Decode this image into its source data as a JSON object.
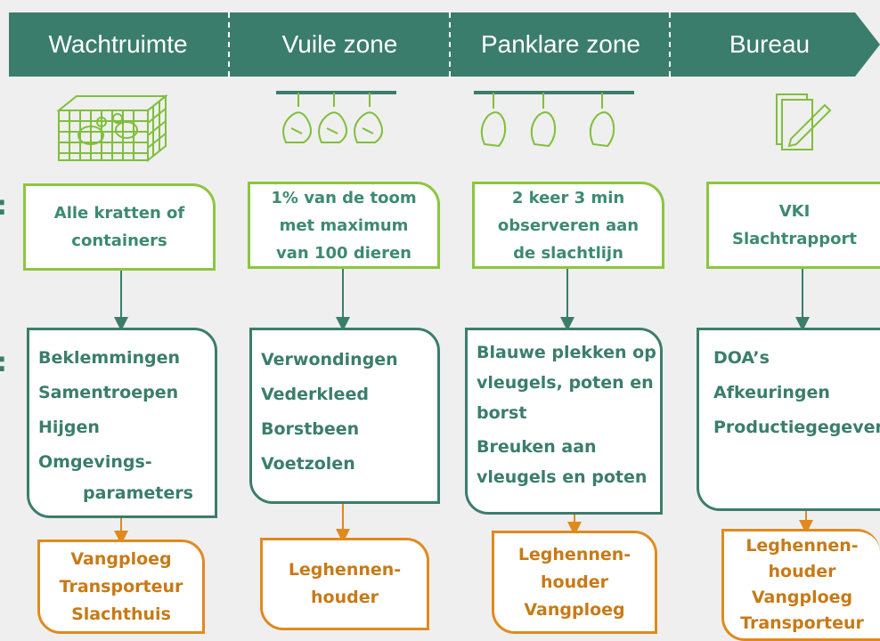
{
  "zones": [
    {
      "title": "Wachtruimte",
      "icon": "crate-with-chickens-icon"
    },
    {
      "title": "Vuile zone",
      "icon": "hanging-chickens-icon"
    },
    {
      "title": "Panklare zone",
      "icon": "hanging-carcasses-icon"
    },
    {
      "title": "Bureau",
      "icon": "document-pencil-icon"
    }
  ],
  "sampling": [
    {
      "lines": [
        "Alle kratten of",
        "containers"
      ]
    },
    {
      "lines": [
        "1% van de toom",
        "met maximum",
        "van 100 dieren"
      ]
    },
    {
      "lines": [
        "2 keer 3 min",
        "observeren aan",
        "de slachtlijn"
      ]
    },
    {
      "lines": [
        "VKI",
        "Slachtrapport"
      ]
    }
  ],
  "indicators": [
    {
      "lines": [
        "Beklemmingen",
        "Samentroepen",
        "Hijgen",
        "Omgevings-",
        "parameters"
      ]
    },
    {
      "lines": [
        "Verwondingen",
        "Vederkleed",
        "Borstbeen",
        "Voetzolen"
      ]
    },
    {
      "lines": [
        "Blauwe plekken op",
        "vleugels, poten en",
        "borst",
        "Breuken aan",
        "vleugels en poten"
      ]
    },
    {
      "lines": [
        "DOA’s",
        "Afkeuringen",
        "Productiegegevens"
      ]
    }
  ],
  "responsible": [
    {
      "lines": [
        "Vangploeg",
        "Transporteur",
        "Slachthuis"
      ]
    },
    {
      "lines": [
        "Leghennen-",
        "houder"
      ]
    },
    {
      "lines": [
        "Leghennen-",
        "houder",
        "Vangploeg"
      ]
    },
    {
      "lines": [
        "Leghennen-",
        "houder",
        "Vangploeg",
        "Transporteur"
      ]
    }
  ],
  "edge_marks": [
    ":",
    ":"
  ],
  "colors": {
    "banner": "#3b7d6c",
    "sampling_border": "#8cc63f",
    "indicator_border": "#3b7d6c",
    "responsible_border": "#e08a1e",
    "icon": "#7fbf3a",
    "background": "#efefef"
  }
}
